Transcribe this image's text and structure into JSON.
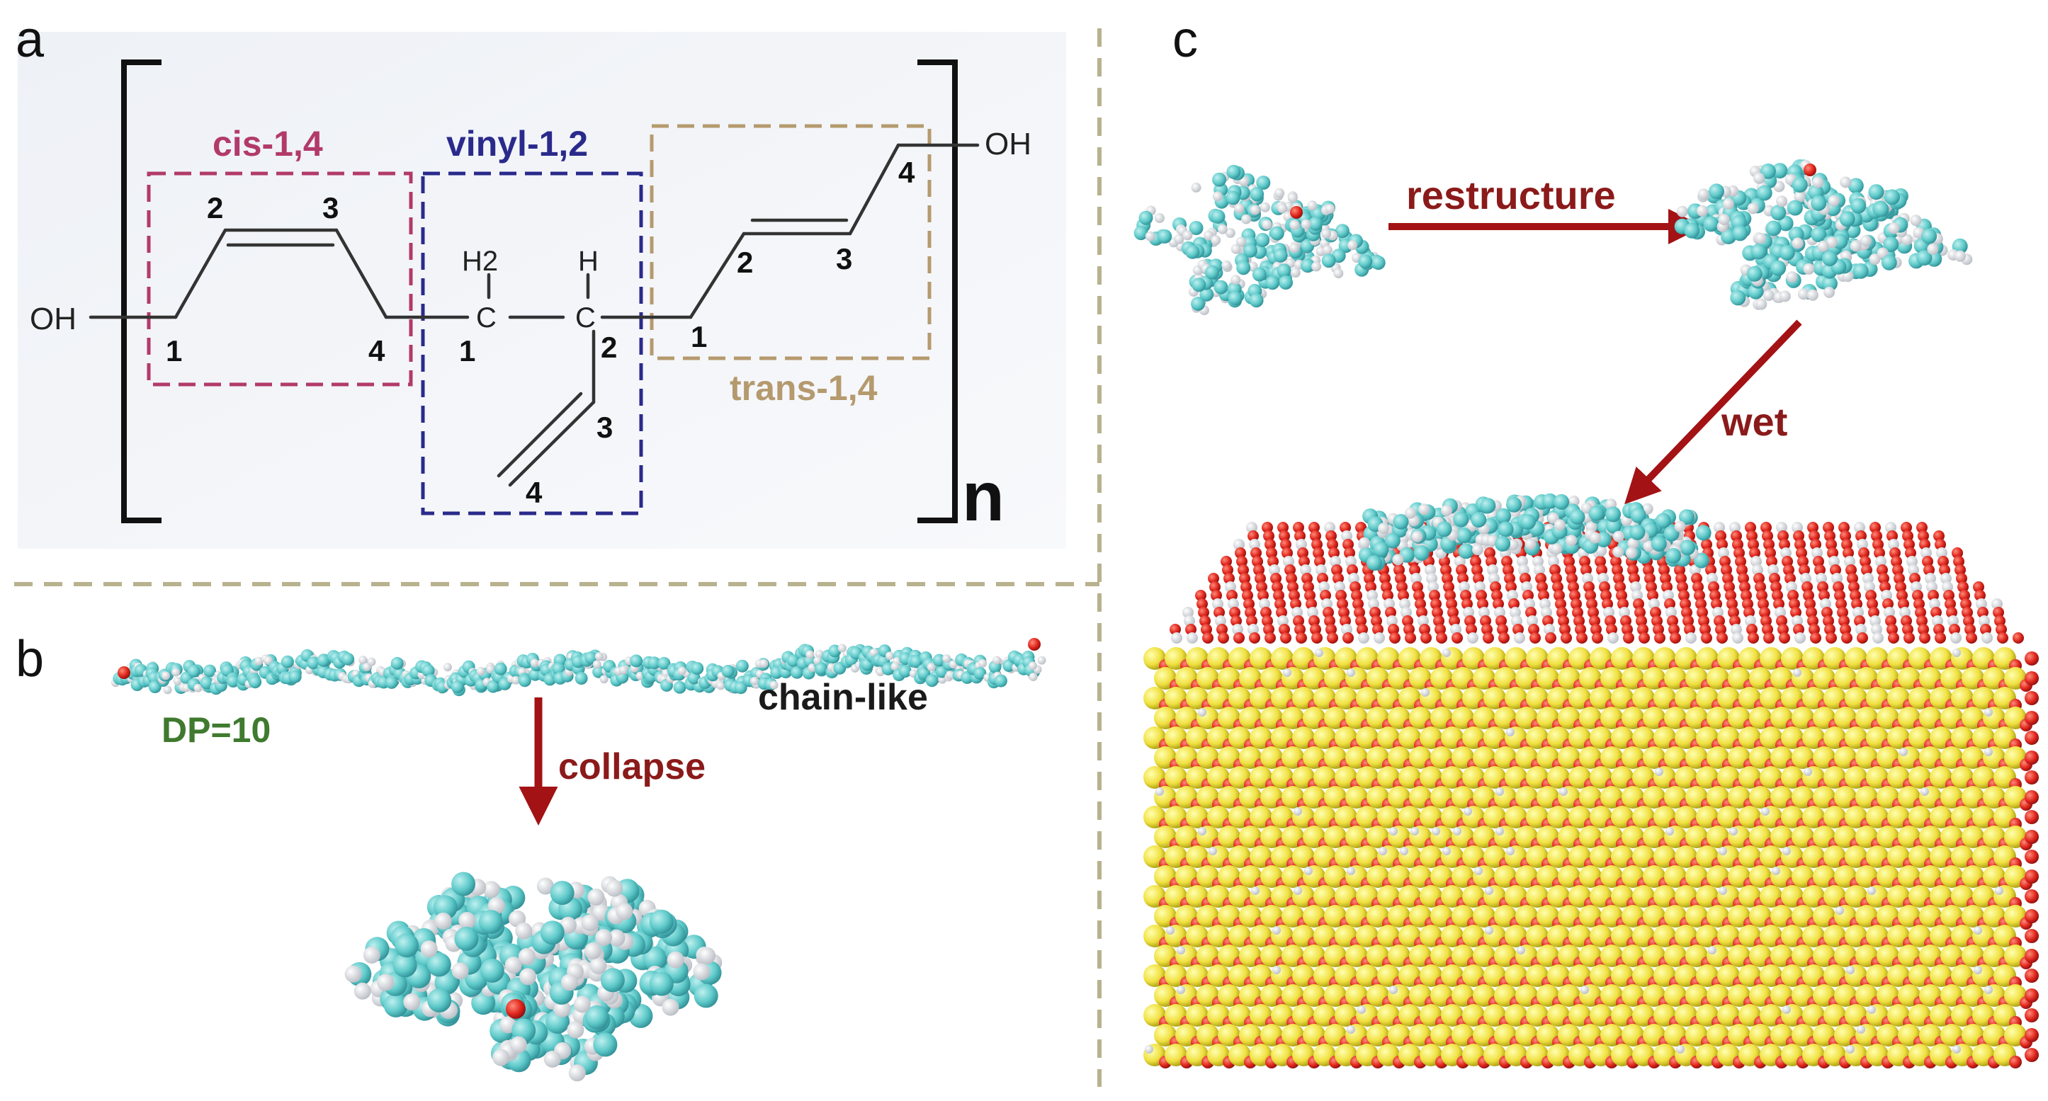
{
  "panels": {
    "a": "a",
    "b": "b",
    "c": "c"
  },
  "structure": {
    "left_end": "OH",
    "right_end": "OH",
    "repeat": "n",
    "cis": {
      "label": "cis-1,4",
      "color": "#b23a6a",
      "atoms": [
        "1",
        "2",
        "3",
        "4"
      ]
    },
    "vinyl": {
      "label": "vinyl-1,2",
      "color": "#2a2a8c",
      "atoms": [
        "1",
        "2",
        "3",
        "4"
      ],
      "h2": "H2",
      "h": "H",
      "c1": "C",
      "c2": "C"
    },
    "trans": {
      "label": "trans-1,4",
      "color": "#b59a6e",
      "atoms": [
        "1",
        "2",
        "3",
        "4"
      ]
    }
  },
  "panel_b": {
    "dp": "DP=10",
    "dp_color": "#3f7a2e",
    "shape": "chain-like",
    "arrow": "collapse"
  },
  "panel_c": {
    "arrow1": "restructure",
    "arrow2": "wet"
  },
  "colors": {
    "arrow": "#a31214",
    "arrow_text": "#8b1a1a",
    "divider": "#b8b28e",
    "carbon": "#5ec9c9",
    "hydrogen": "#f2f2f2",
    "oxygen": "#e0261c",
    "silicon": "#f0e040"
  }
}
